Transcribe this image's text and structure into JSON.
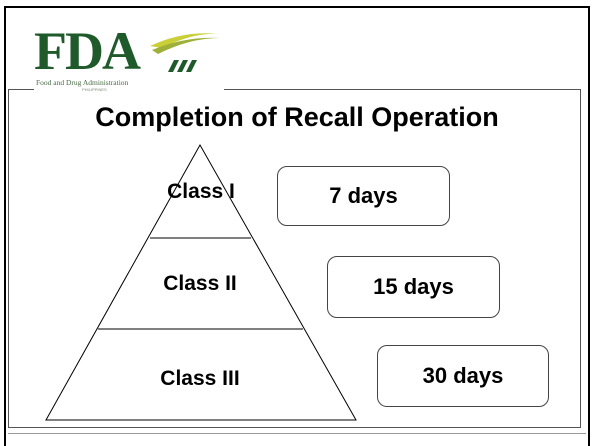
{
  "logo": {
    "text": "FDA",
    "subtitle": "Food and Drug Administration",
    "tagline": "PHILIPPINES",
    "brand_color": "#1f5a2a",
    "accent_color": "#c9cf36"
  },
  "title": "Completion of Recall Operation",
  "pyramid": {
    "levels": [
      {
        "label": "Class I",
        "duration": "7 days"
      },
      {
        "label": "Class II",
        "duration": "15 days"
      },
      {
        "label": "Class III",
        "duration": "30 days"
      }
    ]
  }
}
